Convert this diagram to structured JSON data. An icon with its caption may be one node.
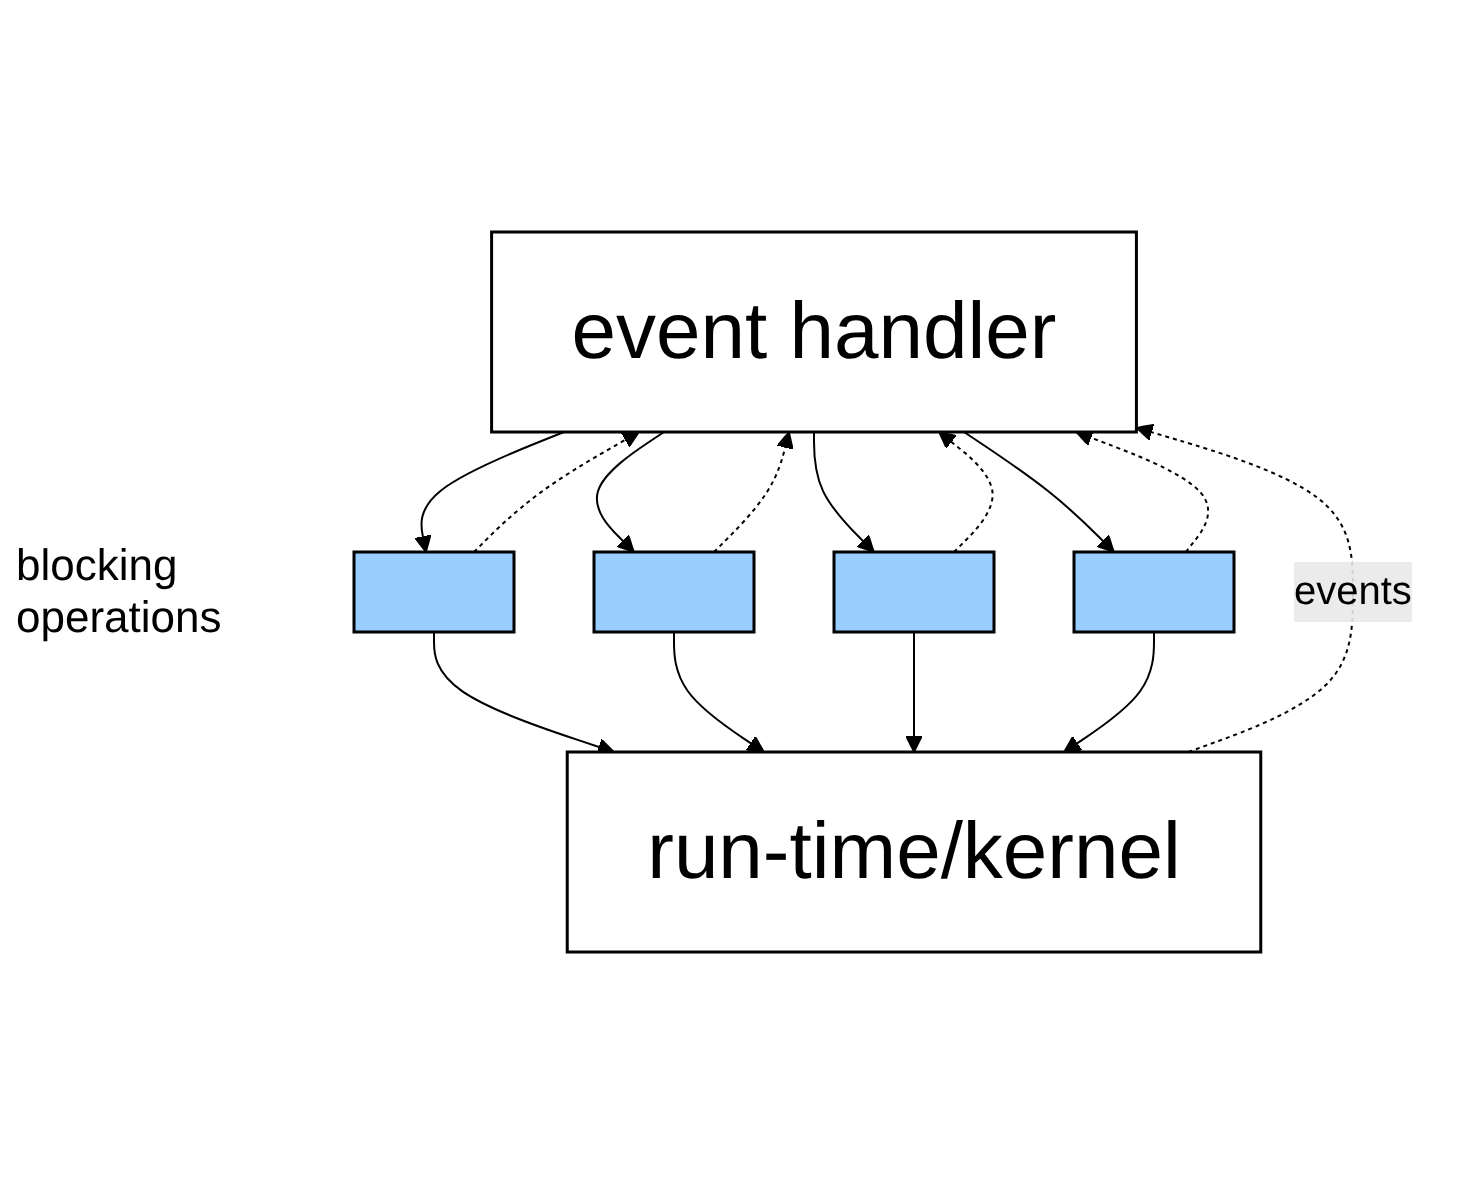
{
  "diagram": {
    "nodes": [
      {
        "text": [
          "event handler"
        ]
      },
      {
        "text": [],
        "shape": "box"
      },
      {
        "text": [],
        "shape": "box"
      },
      {
        "text": [],
        "shape": "box"
      },
      {
        "text": [],
        "shape": "box"
      },
      {
        "text": [
          "run-time/kernel"
        ]
      }
    ],
    "edges": [
      {
        "from": 0,
        "to": 1,
        "arrow": "to"
      },
      {
        "from": 0,
        "to": 2,
        "arrow": "to"
      },
      {
        "from": 0,
        "to": 3,
        "arrow": "to"
      },
      {
        "from": 0,
        "to": 4,
        "arrow": "to"
      },
      {
        "from": 1,
        "to": 5,
        "arrow": "to"
      },
      {
        "from": 2,
        "to": 5,
        "arrow": "to"
      },
      {
        "from": 3,
        "to": 5,
        "arrow": "to"
      },
      {
        "from": 4,
        "to": 5,
        "arrow": "to"
      },
      {
        "from": 1,
        "to": 0,
        "arrow": "to",
        "style": "dashed"
      },
      {
        "from": 2,
        "to": 0,
        "arrow": "to",
        "style": "dashed"
      },
      {
        "from": 3,
        "to": 0,
        "arrow": "to",
        "style": "dashed"
      },
      {
        "from": 4,
        "to": 0,
        "arrow": "to",
        "style": "dashed"
      },
      {
        "from": 5,
        "to": 0,
        "arrow": "to",
        "style": "dashed",
        "label": "events"
      }
    ],
    "labels": [
      "blocking operations"
    ]
  }
}
